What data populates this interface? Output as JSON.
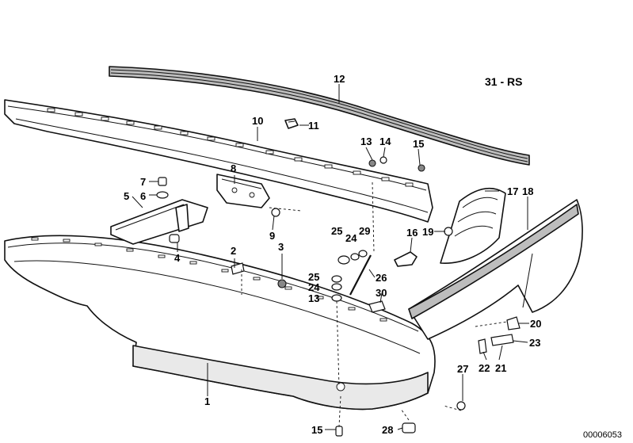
{
  "diagram_code": "31 - RS",
  "document_number": "00006053",
  "callouts": [
    {
      "id": "c1",
      "text": "1"
    },
    {
      "id": "c2",
      "text": "2"
    },
    {
      "id": "c3",
      "text": "3"
    },
    {
      "id": "c4",
      "text": "4"
    },
    {
      "id": "c5",
      "text": "5"
    },
    {
      "id": "c6",
      "text": "6"
    },
    {
      "id": "c7",
      "text": "7"
    },
    {
      "id": "c8",
      "text": "8"
    },
    {
      "id": "c9",
      "text": "9"
    },
    {
      "id": "c10",
      "text": "10"
    },
    {
      "id": "c11",
      "text": "11"
    },
    {
      "id": "c12",
      "text": "12"
    },
    {
      "id": "c13a",
      "text": "13"
    },
    {
      "id": "c13b",
      "text": "13"
    },
    {
      "id": "c14",
      "text": "14"
    },
    {
      "id": "c15a",
      "text": "15"
    },
    {
      "id": "c15b",
      "text": "15"
    },
    {
      "id": "c16",
      "text": "16"
    },
    {
      "id": "c17",
      "text": "17"
    },
    {
      "id": "c18",
      "text": "18"
    },
    {
      "id": "c19",
      "text": "19"
    },
    {
      "id": "c20",
      "text": "20"
    },
    {
      "id": "c21",
      "text": "21"
    },
    {
      "id": "c22",
      "text": "22"
    },
    {
      "id": "c23",
      "text": "23"
    },
    {
      "id": "c24a",
      "text": "24"
    },
    {
      "id": "c24b",
      "text": "24"
    },
    {
      "id": "c25a",
      "text": "25"
    },
    {
      "id": "c25b",
      "text": "25"
    },
    {
      "id": "c26",
      "text": "26"
    },
    {
      "id": "c27",
      "text": "27"
    },
    {
      "id": "c28",
      "text": "28"
    },
    {
      "id": "c29",
      "text": "29"
    },
    {
      "id": "c30",
      "text": "30"
    }
  ]
}
